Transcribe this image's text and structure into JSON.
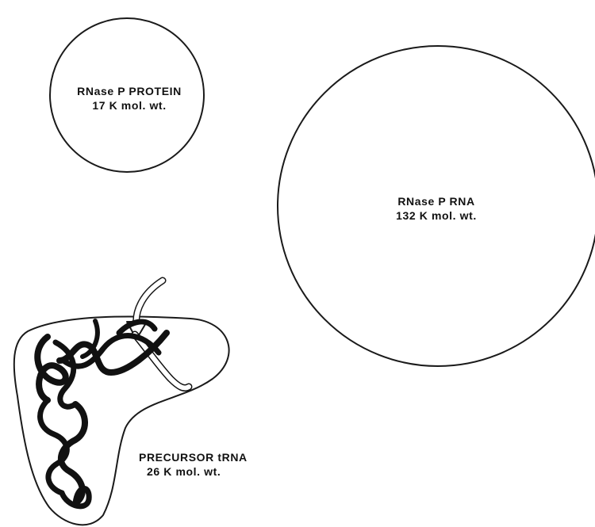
{
  "components": {
    "protein": {
      "name": "RNase P PROTEIN",
      "weight": "17 K mol. wt."
    },
    "rna": {
      "name": "RNase P RNA",
      "weight": "132 K mol. wt."
    },
    "substrate": {
      "name": "PRECURSOR tRNA",
      "weight": "26 K mol. wt."
    }
  },
  "colors": {
    "outline": "#1a1a1a",
    "ribbon": "#111111",
    "ribbon_light": "#ffffff"
  }
}
